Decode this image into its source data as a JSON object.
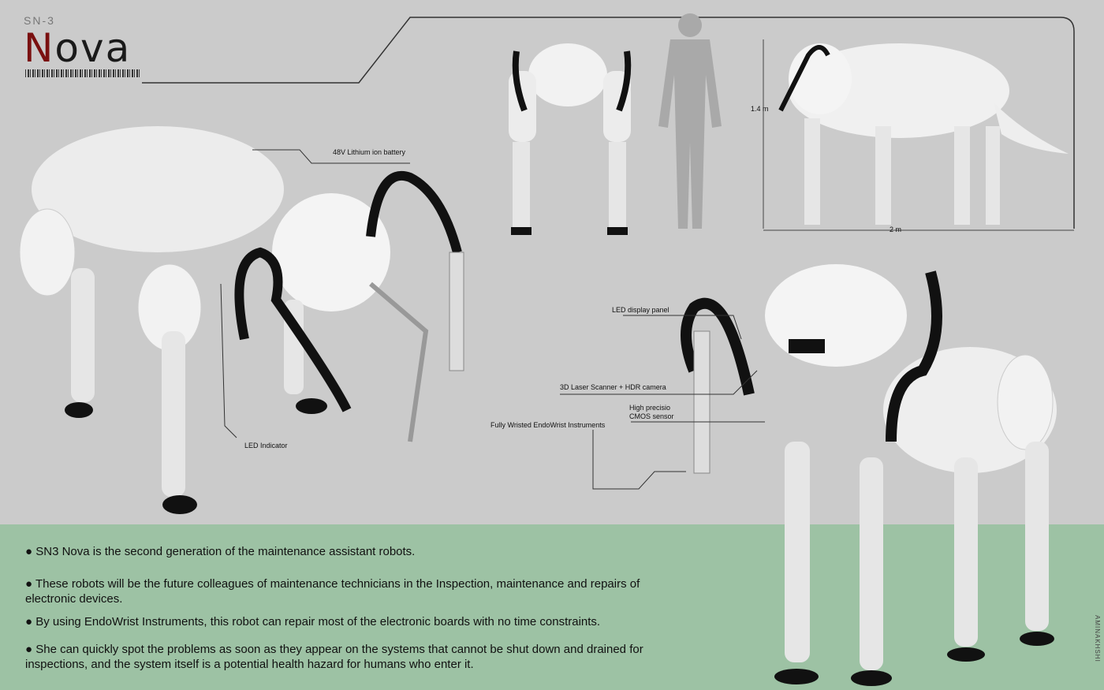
{
  "title": {
    "series": "SN-3",
    "name": "Nova"
  },
  "callouts": [
    "48V Lithium ion battery",
    "LED Indicator",
    "LED display panel",
    "3D Laser Scanner + HDR camera",
    "High precisio CMOS sensor",
    "Fully Wristed EndoWrist Instruments"
  ],
  "dimensions": {
    "height": "1.4 m",
    "length": "2 m"
  },
  "bullets": [
    "● SN3 Nova is the second generation of the maintenance assistant robots.",
    "● These robots will be the future colleagues of maintenance technicians in the Inspection, maintenance and repairs of electronic devices.",
    "● By using EndoWrist Instruments, this robot can repair most of the electronic boards with no time constraints.",
    "● She can quickly spot the problems as soon as they appear on the systems that cannot be shut down and drained for inspections, and the system itself is a potential health hazard for humans who enter it."
  ],
  "signature": "AMINAKHSHI",
  "colors": {
    "background": "#cbcbcb",
    "ground": "#9dc2a4",
    "accent": "#7a1010"
  }
}
